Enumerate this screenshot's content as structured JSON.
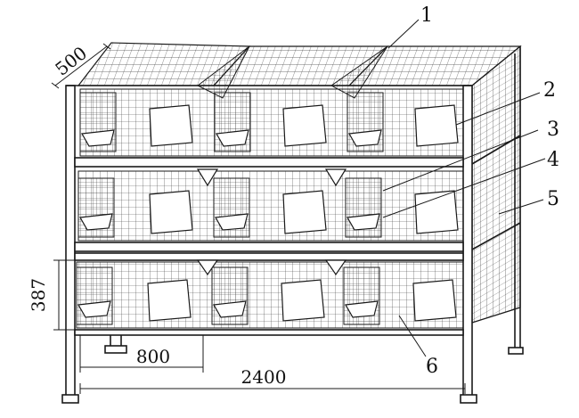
{
  "diagram": {
    "subject": "three-tier wire-mesh cage rack",
    "tiers": 3,
    "compartments_per_tier": 3,
    "colors": {
      "ink": "#1a1a1a",
      "mesh": "#3a3a3a",
      "paper": "#ffffff"
    }
  },
  "dimensions": {
    "depth": "500",
    "tier_height": "387",
    "compartment_width": "800",
    "total_width": "2400"
  },
  "callouts": {
    "c1": "1",
    "c2": "2",
    "c3": "3",
    "c4": "4",
    "c5": "5",
    "c6": "6"
  }
}
